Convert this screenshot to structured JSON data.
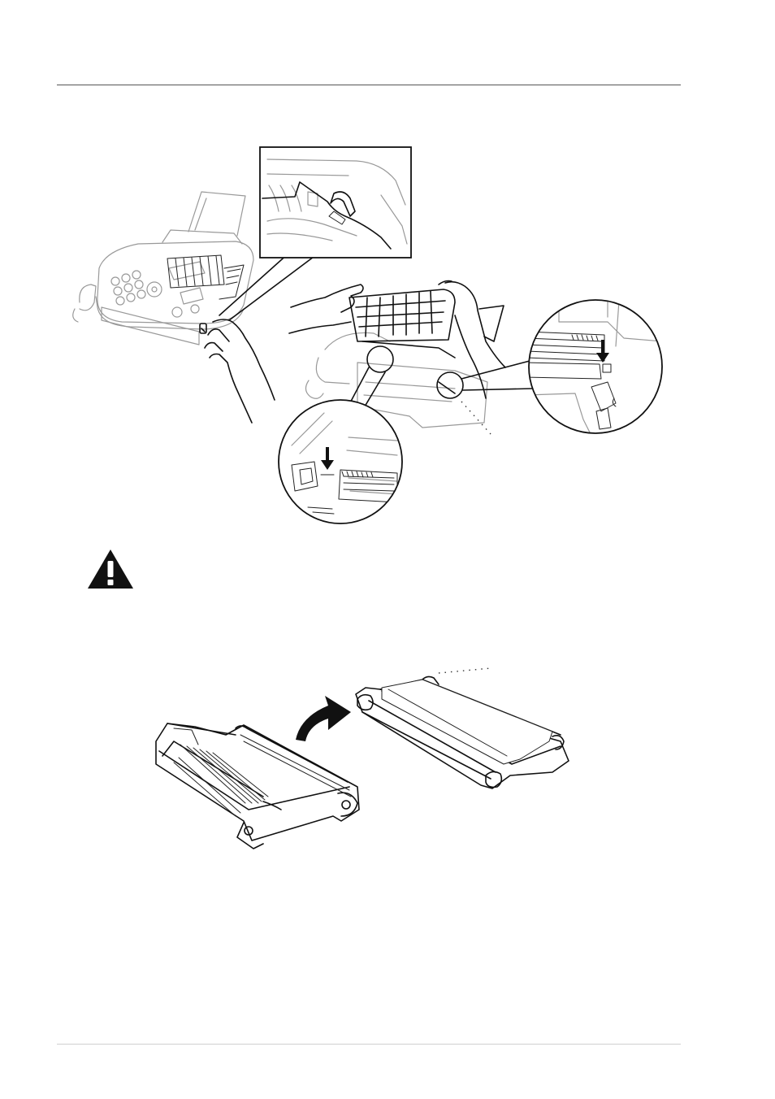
{
  "page": {
    "illustrations": [
      {
        "id": "fax-machine",
        "icon": "fax-machine-outline-icon"
      },
      {
        "id": "cord-detail",
        "icon": "cord-clip-detail-icon"
      },
      {
        "id": "open-cover",
        "icon": "hands-opening-cover-icon"
      },
      {
        "id": "left-gear-detail",
        "icon": "left-gear-detail-icon"
      },
      {
        "id": "right-gear-detail",
        "icon": "right-gear-detail-icon"
      },
      {
        "id": "ribbon-cartridge-turn",
        "icon": "ribbon-cartridge-turn-icon"
      }
    ],
    "warning_icon": "warning-triangle-icon",
    "colors": {
      "line": "#111111",
      "rule": "#555555",
      "ink": "#000000"
    }
  }
}
